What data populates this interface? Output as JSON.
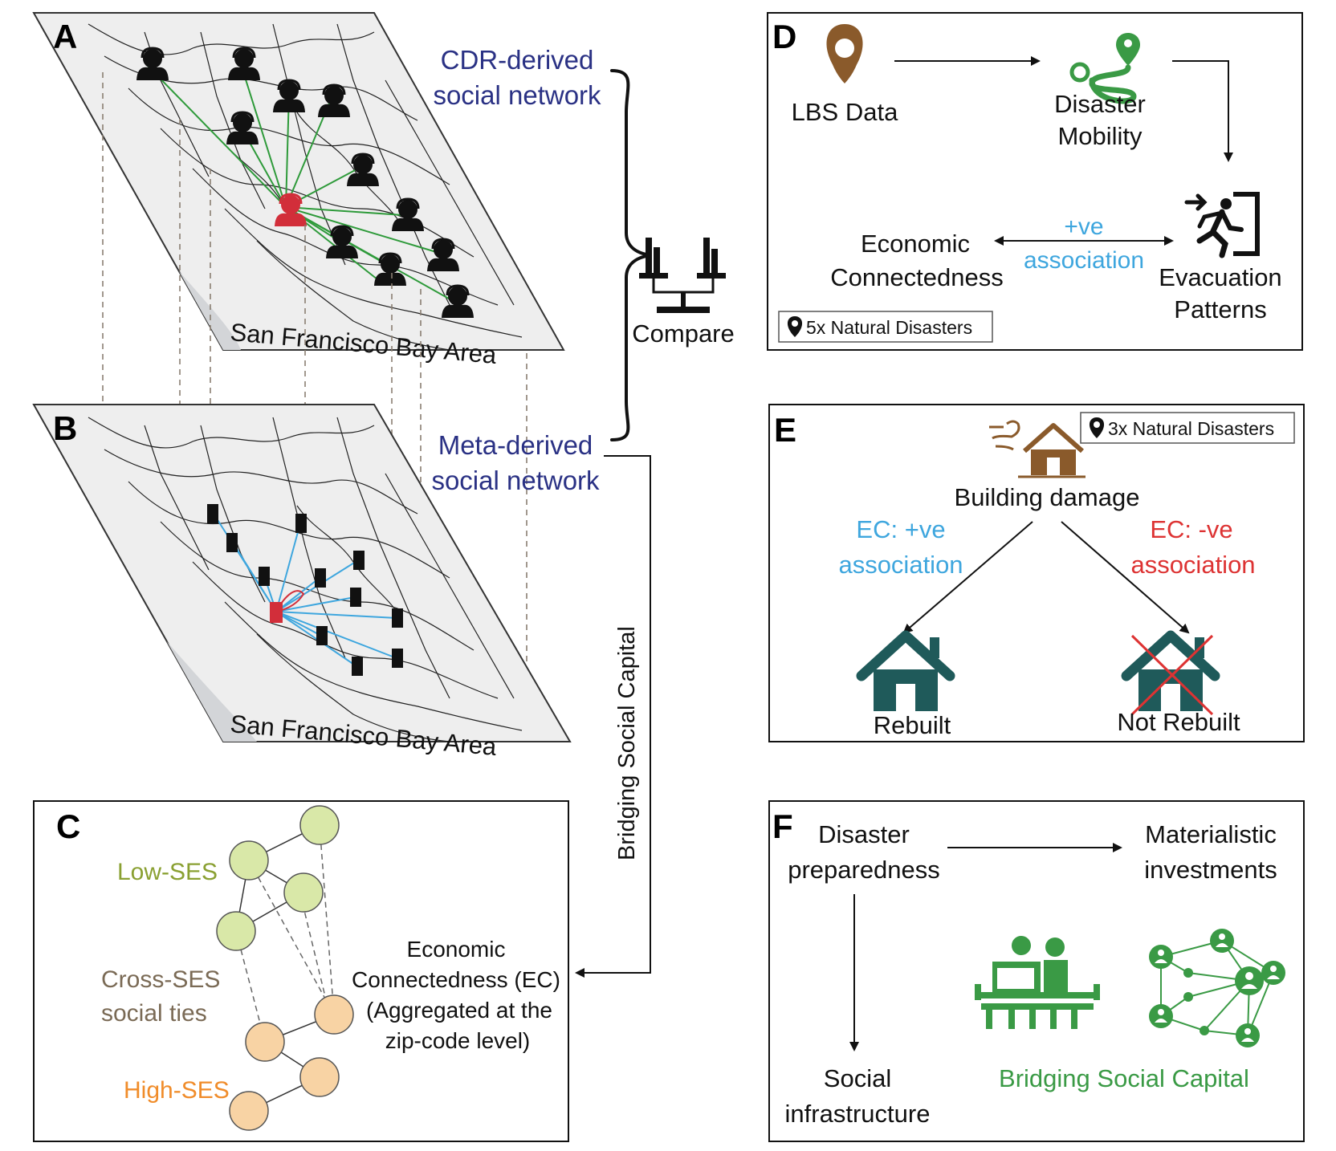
{
  "panels": {
    "a": {
      "letter": "A",
      "map_label": "San Francisco Bay Area"
    },
    "b": {
      "letter": "B",
      "map_label": "San Francisco Bay Area"
    },
    "c": {
      "letter": "C",
      "low_ses": "Low-SES",
      "cross_line1": "Cross-SES",
      "cross_line2": "social ties",
      "high_ses": "High-SES",
      "ec_line1": "Economic",
      "ec_line2": "Connectedness (EC)",
      "ec_line3": "(Aggregated at the",
      "ec_line4": "zip-code level)"
    },
    "d": {
      "letter": "D",
      "lbs": "LBS Data",
      "mobility_line1": "Disaster",
      "mobility_line2": "Mobility",
      "evac_line1": "Evacuation",
      "evac_line2": "Patterns",
      "econ_line1": "Economic",
      "econ_line2": "Connectedness",
      "assoc_line1": "+ve",
      "assoc_line2": "association",
      "badge": "5x Natural Disasters"
    },
    "e": {
      "letter": "E",
      "badge": "3x Natural Disasters",
      "building": "Building damage",
      "pos_line1": "EC: +ve",
      "pos_line2": "association",
      "neg_line1": "EC: -ve",
      "neg_line2": "association",
      "rebuilt": "Rebuilt",
      "not_rebuilt": "Not Rebuilt"
    },
    "f": {
      "letter": "F",
      "prep_line1": "Disaster",
      "prep_line2": "preparedness",
      "mat_line1": "Materialistic",
      "mat_line2": "investments",
      "social_line1": "Social",
      "social_line2": "infrastructure",
      "bridging": "Bridging Social Capital"
    }
  },
  "labels": {
    "cdr_line1": "CDR-derived",
    "cdr_line2": "social network",
    "meta_line1": "Meta-derived",
    "meta_line2": "social network",
    "compare": "Compare",
    "bridging_vertical": "Bridging Social Capital"
  },
  "colors": {
    "navy": "#2a3184",
    "green": "#3a9a45",
    "blue": "#3ea6de",
    "red": "#dd3333",
    "brown_pin": "#8a5a2b",
    "house_teal": "#1f5a5a"
  }
}
